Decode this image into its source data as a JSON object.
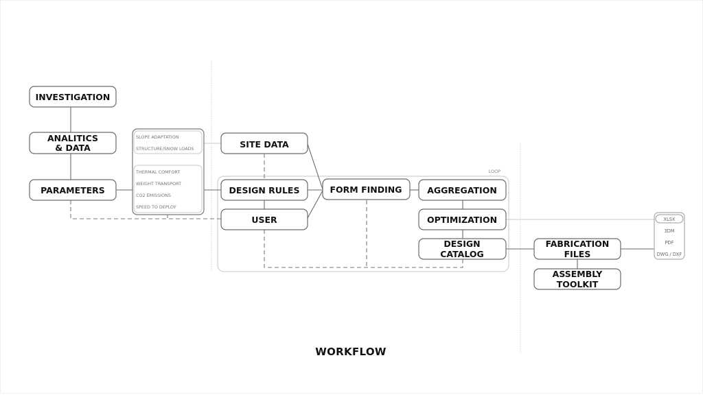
{
  "diagram": {
    "title": "WORKFLOW",
    "loop_label": "LOOP",
    "nodes": {
      "investigation": {
        "label": [
          "INVESTIGATION"
        ]
      },
      "analytics": {
        "label": [
          "ANALITICS",
          "& DATA"
        ]
      },
      "parameters": {
        "label": [
          "PARAMETERS"
        ]
      },
      "site_data": {
        "label": [
          "SITE DATA"
        ]
      },
      "design_rules": {
        "label": [
          "DESIGN RULES"
        ]
      },
      "user": {
        "label": [
          "USER"
        ]
      },
      "form_finding": {
        "label": [
          "FORM FINDING"
        ]
      },
      "aggregation": {
        "label": [
          "AGGREGATION"
        ]
      },
      "optimization": {
        "label": [
          "OPTIMIZATION"
        ]
      },
      "design_catalog": {
        "label": [
          "DESIGN",
          "CATALOG"
        ]
      },
      "fabrication_files": {
        "label": [
          "FABRICATION",
          "FILES"
        ]
      },
      "assembly_toolkit": {
        "label": [
          "ASSEMBLY",
          "TOOLKIT"
        ]
      }
    },
    "parameter_groups": [
      {
        "items": [
          "SLOPE ADAPTATION",
          "STRUCTURE/SNOW LOADS"
        ]
      },
      {
        "items": [
          "THERMAL COMFORT",
          "WEIGHT TRANSPORT",
          "CO2 EMISSIONS",
          "SPEED TO DEPLOY"
        ]
      }
    ],
    "file_formats": [
      "XLSX",
      "3DM",
      "PDF",
      "DWG / DXF"
    ],
    "edges": [
      {
        "from": "investigation",
        "to": "analytics",
        "style": "solid"
      },
      {
        "from": "analytics",
        "to": "parameters",
        "style": "solid"
      },
      {
        "from": "parameters",
        "to": "parameter_groups",
        "style": "solid"
      },
      {
        "from": "parameter_groups.0",
        "to": "site_data",
        "style": "thin"
      },
      {
        "from": "parameter_groups.1",
        "to": "design_rules",
        "style": "solid"
      },
      {
        "from": "site_data",
        "to": "design_rules",
        "style": "dashed"
      },
      {
        "from": "design_rules",
        "to": "user",
        "style": "solid"
      },
      {
        "from": "site_data",
        "to": "form_finding",
        "style": "solid"
      },
      {
        "from": "design_rules",
        "to": "form_finding",
        "style": "solid"
      },
      {
        "from": "user",
        "to": "form_finding",
        "style": "solid"
      },
      {
        "from": "form_finding",
        "to": "aggregation",
        "style": "solid"
      },
      {
        "from": "aggregation",
        "to": "optimization",
        "style": "solid"
      },
      {
        "from": "optimization",
        "to": "design_catalog",
        "style": "solid"
      },
      {
        "from": "optimization",
        "to": "file_formats",
        "style": "thin"
      },
      {
        "from": "design_catalog",
        "to": "fabrication_files",
        "style": "solid"
      },
      {
        "from": "fabrication_files",
        "to": "assembly_toolkit",
        "style": "solid"
      },
      {
        "from": "fabrication_files",
        "to": "file_formats",
        "style": "solid"
      },
      {
        "from": "parameters",
        "to": "user",
        "style": "dashed"
      },
      {
        "from": "design_catalog",
        "to": "user",
        "style": "dashed"
      },
      {
        "from": "design_catalog",
        "to": "form_finding",
        "style": "dashed"
      }
    ]
  },
  "colors": {
    "background": "#ffffff",
    "node_stroke": "#6a6a6a",
    "text": "#111111",
    "muted_text": "#777777",
    "divider": "#d4d4d4"
  }
}
